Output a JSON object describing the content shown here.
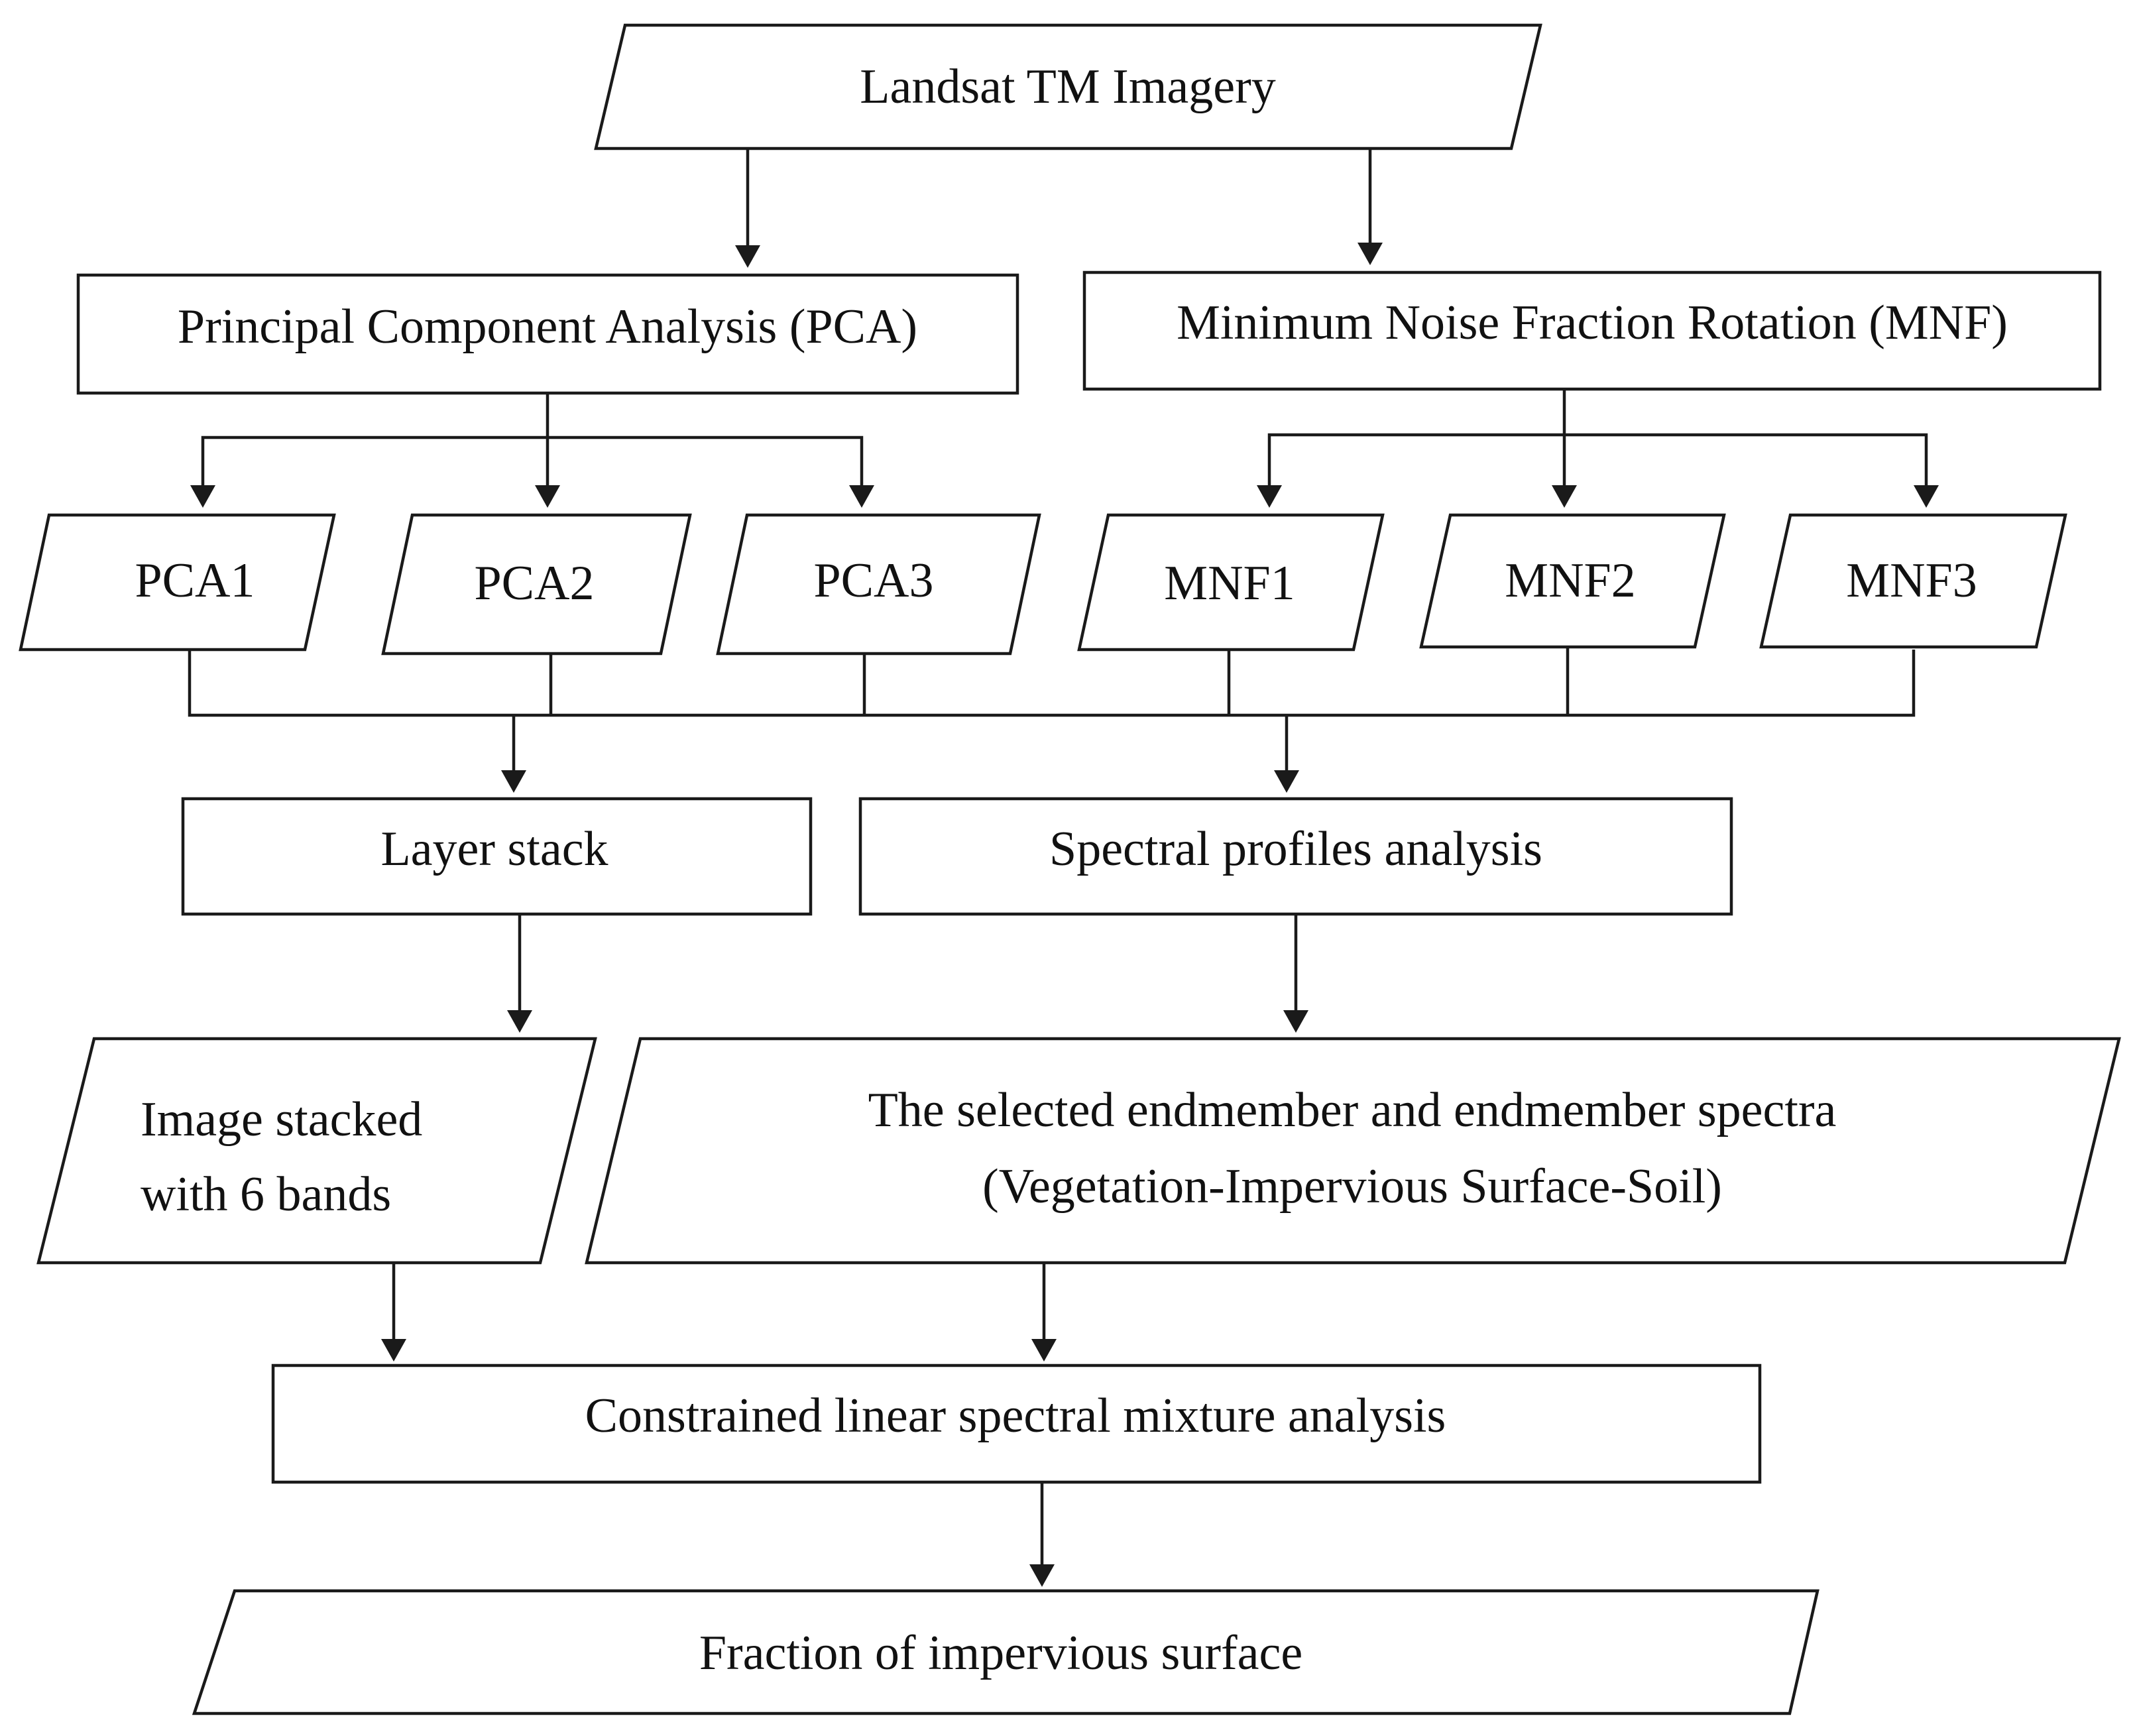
{
  "nodes": {
    "landsat": {
      "label": "Landsat TM Imagery"
    },
    "pca": {
      "label": "Principal Component Analysis (PCA)"
    },
    "mnf": {
      "label": "Minimum Noise Fraction Rotation (MNF)"
    },
    "pca1": {
      "label": "PCA1"
    },
    "pca2": {
      "label": "PCA2"
    },
    "pca3": {
      "label": "PCA3"
    },
    "mnf1": {
      "label": "MNF1"
    },
    "mnf2": {
      "label": "MNF2"
    },
    "mnf3": {
      "label": "MNF3"
    },
    "layer_stack": {
      "label": "Layer stack"
    },
    "spectral_profiles": {
      "label": "Spectral profiles analysis"
    },
    "image_stacked": {
      "line1": "Image stacked",
      "line2": "with 6 bands"
    },
    "endmember": {
      "line1": "The selected endmember and endmember spectra",
      "line2": "(Vegetation-Impervious Surface-Soil)"
    },
    "clsma": {
      "label": "Constrained linear spectral mixture analysis"
    },
    "fraction": {
      "label": "Fraction of impervious surface"
    }
  },
  "edges": [
    {
      "from": "Landsat TM Imagery",
      "to": "Principal Component Analysis (PCA)"
    },
    {
      "from": "Landsat TM Imagery",
      "to": "Minimum Noise Fraction Rotation (MNF)"
    },
    {
      "from": "Principal Component Analysis (PCA)",
      "to": "PCA1"
    },
    {
      "from": "Principal Component Analysis (PCA)",
      "to": "PCA2"
    },
    {
      "from": "Principal Component Analysis (PCA)",
      "to": "PCA3"
    },
    {
      "from": "Minimum Noise Fraction Rotation (MNF)",
      "to": "MNF1"
    },
    {
      "from": "Minimum Noise Fraction Rotation (MNF)",
      "to": "MNF2"
    },
    {
      "from": "Minimum Noise Fraction Rotation (MNF)",
      "to": "MNF3"
    },
    {
      "from": "PCA1, PCA2, PCA3, MNF1, MNF2, MNF3",
      "to": "Layer stack"
    },
    {
      "from": "PCA1, PCA2, PCA3, MNF1, MNF2, MNF3",
      "to": "Spectral profiles analysis"
    },
    {
      "from": "Layer stack",
      "to": "Image stacked with 6 bands"
    },
    {
      "from": "Spectral profiles analysis",
      "to": "The selected endmember and endmember spectra"
    },
    {
      "from": "Image stacked with 6 bands",
      "to": "Constrained linear spectral mixture analysis"
    },
    {
      "from": "The selected endmember and endmember spectra",
      "to": "Constrained linear spectral mixture analysis"
    },
    {
      "from": "Constrained linear spectral mixture analysis",
      "to": "Fraction of impervious surface"
    }
  ]
}
